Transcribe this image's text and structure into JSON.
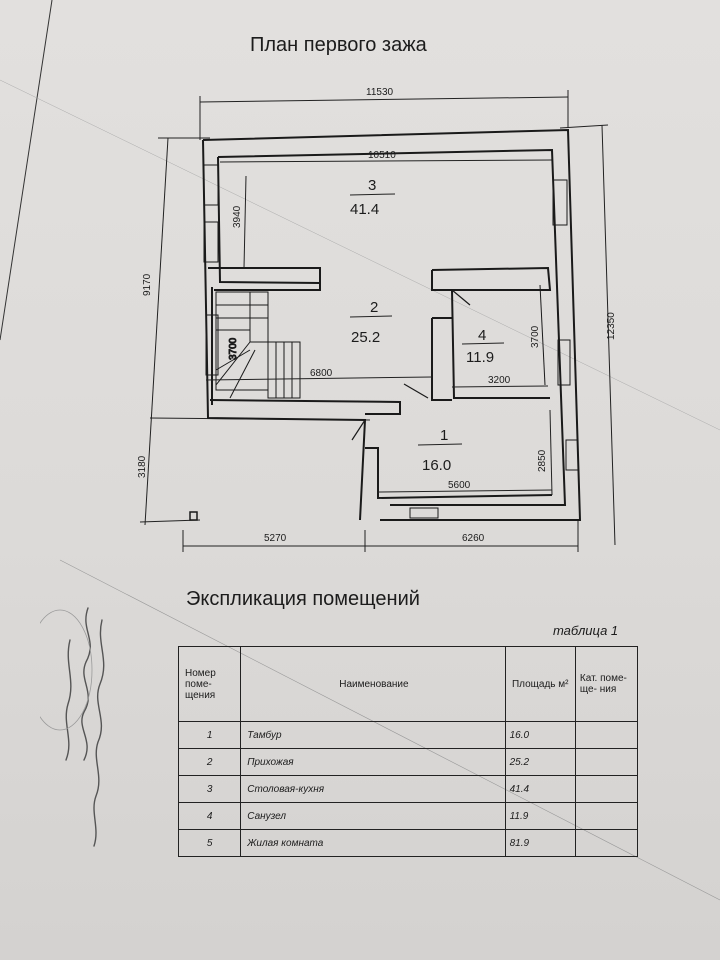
{
  "plan": {
    "title": "План первого зажа",
    "dimensions": {
      "total_width": "11530",
      "inner_width": "10510",
      "total_depth": "12350",
      "left_upper": "9170",
      "left_lower": "3180",
      "room3_depth": "3940",
      "stairs_depth": "3700",
      "hall_width": "6800",
      "room4_depth": "3700",
      "room4_width": "3200",
      "room1_depth": "2850",
      "room1_width": "5600",
      "bottom_left": "5270",
      "bottom_right": "6260"
    },
    "rooms": [
      {
        "num": "3",
        "area": "41.4"
      },
      {
        "num": "2",
        "area": "25.2"
      },
      {
        "num": "4",
        "area": "11.9"
      },
      {
        "num": "1",
        "area": "16.0"
      }
    ]
  },
  "explication": {
    "title": "Экспликация помещений",
    "label": "таблица 1",
    "headers": {
      "num": "Номер поме- щения",
      "name": "Наименование",
      "area": "Площадь м²",
      "cat": "Кат. поме- ще- ния"
    },
    "rows": [
      {
        "num": "1",
        "name": "Тамбур",
        "area": "16.0"
      },
      {
        "num": "2",
        "name": "Прихожая",
        "area": "25.2"
      },
      {
        "num": "3",
        "name": "Столовая-кухня",
        "area": "41.4"
      },
      {
        "num": "4",
        "name": "Санузел",
        "area": "11.9"
      },
      {
        "num": "5",
        "name": "Жилая комната",
        "area": "81.9"
      }
    ]
  },
  "colors": {
    "paper": "#dcdad8",
    "ink": "#1c1c1c"
  }
}
